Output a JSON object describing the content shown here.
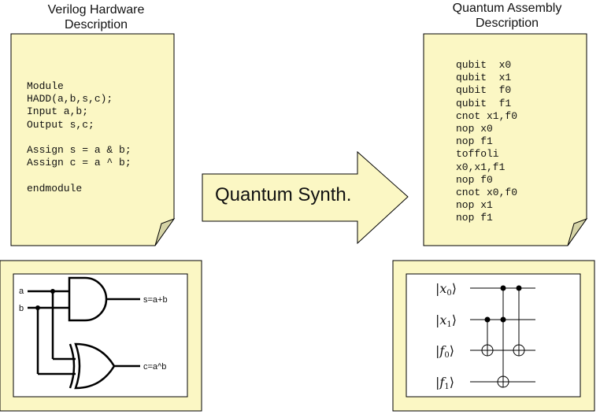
{
  "left_panel": {
    "title": "Verilog Hardware\nDescription",
    "code": "Module\nHADD(a,b,s,c);\nInput a,b;\nOutput s,c;\n\nAssign s = a & b;\nAssign c = a ^ b;\n\nendmodule"
  },
  "right_panel": {
    "title": "Quantum Assembly\nDescription",
    "code": "qubit  x0\nqubit  x1\nqubit  f0\nqubit  f1\ncnot x1,f0\nnop x0\nnop f1\ntoffoli\nx0,x1,f1\nnop f0\ncnot x0,f0\nnop x1\nnop f1"
  },
  "arrow": {
    "label": "Quantum Synth."
  },
  "gate_circuit": {
    "inputs": [
      "a",
      "b"
    ],
    "outputs": [
      "s=a+b",
      "c=a^b"
    ]
  },
  "quantum_circuit": {
    "qubits": [
      {
        "name": "x",
        "sub": "0"
      },
      {
        "name": "x",
        "sub": "1"
      },
      {
        "name": "f",
        "sub": "0"
      },
      {
        "name": "f",
        "sub": "1"
      }
    ]
  },
  "colors": {
    "paper": "#fbf7c4",
    "paper_fold": "#d6d4a6",
    "arrow_fill": "#fbf7c4",
    "outline": "#000000"
  }
}
